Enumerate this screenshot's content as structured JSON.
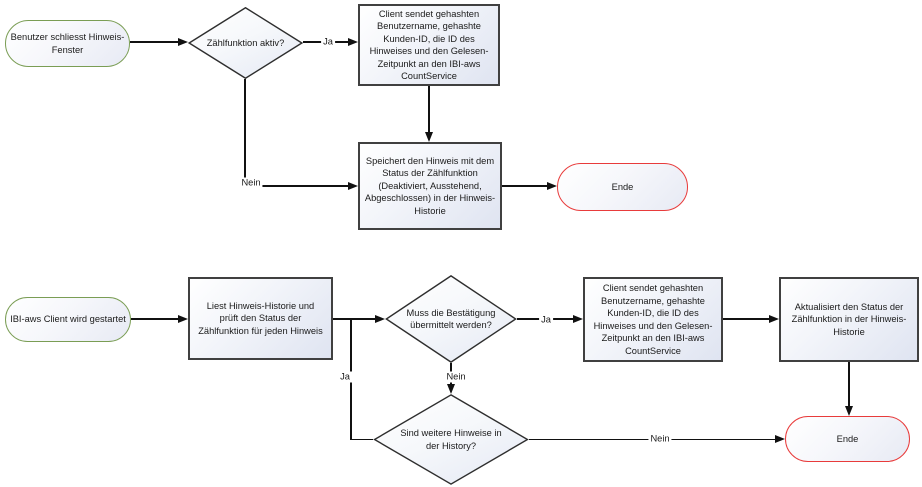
{
  "colors": {
    "background": "#ffffff",
    "start_border": "#7a9d54",
    "end_border": "#e83b3b",
    "process_border": "#404040",
    "connector": "#111111",
    "fill_gradient_top": "#ffffff",
    "fill_gradient_bottom": "#dfe4f1"
  },
  "flow1": {
    "start": {
      "label": "Benutzer schliesst Hinweis-\nFenster"
    },
    "decision_zaehlfunktion": {
      "label": "Zählfunktion aktiv?"
    },
    "process_client_sendet": {
      "label": "Client sendet gehashten\nBenutzername, gehashte\nKunden-ID, die ID des\nHinweises und den Gelesen-\nZeitpunkt an den IBI-aws\nCountService"
    },
    "process_speichert": {
      "label": "Speichert den Hinweis mit dem\nStatus der Zählfunktion\n(Deaktiviert, Ausstehend,\nAbgeschlossen) in der Hinweis-\nHistorie"
    },
    "end": {
      "label": "Ende"
    },
    "edge_labels": {
      "ja": "Ja",
      "nein": "Nein"
    }
  },
  "flow2": {
    "start": {
      "label": "IBI-aws Client wird gestartet"
    },
    "process_liest": {
      "label": "Liest Hinweis-Historie und\nprüft den Status der\nZählfunktion für jeden Hinweis"
    },
    "decision_bestaetigung": {
      "label": "Muss die Bestätigung\nübermittelt werden?"
    },
    "process_client_sendet": {
      "label": "Client sendet gehashten\nBenutzername, gehashte\nKunden-ID, die ID des\nHinweises und den Gelesen-\nZeitpunkt an den IBI-aws\nCountService"
    },
    "process_aktualisiert": {
      "label": "Aktualisiert den Status der\nZählfunktion in der Hinweis-\nHistorie"
    },
    "decision_weitere_hinweise": {
      "label": "Sind weitere Hinweise in\nder History?"
    },
    "end": {
      "label": "Ende"
    },
    "edge_labels": {
      "ja_bestaetigung": "Ja",
      "nein_bestaetigung": "Nein",
      "ja_weitere": "Ja",
      "nein_weitere": "Nein"
    }
  }
}
